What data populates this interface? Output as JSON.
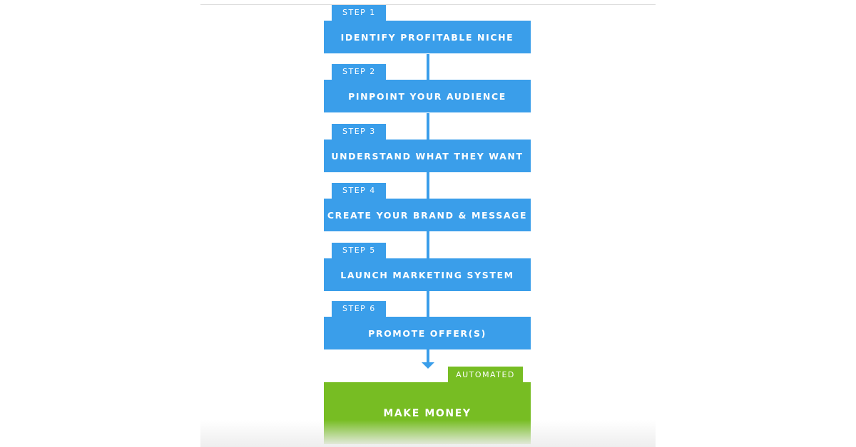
{
  "colors": {
    "step_blue": "#3a9eea",
    "goal_green": "#77bd23",
    "text": "#ffffff"
  },
  "steps": [
    {
      "tab": "STEP 1",
      "label": "IDENTIFY PROFITABLE NICHE"
    },
    {
      "tab": "STEP 2",
      "label": "PINPOINT YOUR AUDIENCE"
    },
    {
      "tab": "STEP 3",
      "label": "UNDERSTAND WHAT THEY WANT"
    },
    {
      "tab": "STEP 4",
      "label": "CREATE YOUR BRAND & MESSAGE"
    },
    {
      "tab": "STEP 5",
      "label": "LAUNCH MARKETING SYSTEM"
    },
    {
      "tab": "STEP 6",
      "label": "PROMOTE OFFER(S)"
    }
  ],
  "goal": {
    "tab": "AUTOMATED",
    "label": "MAKE MONEY"
  }
}
